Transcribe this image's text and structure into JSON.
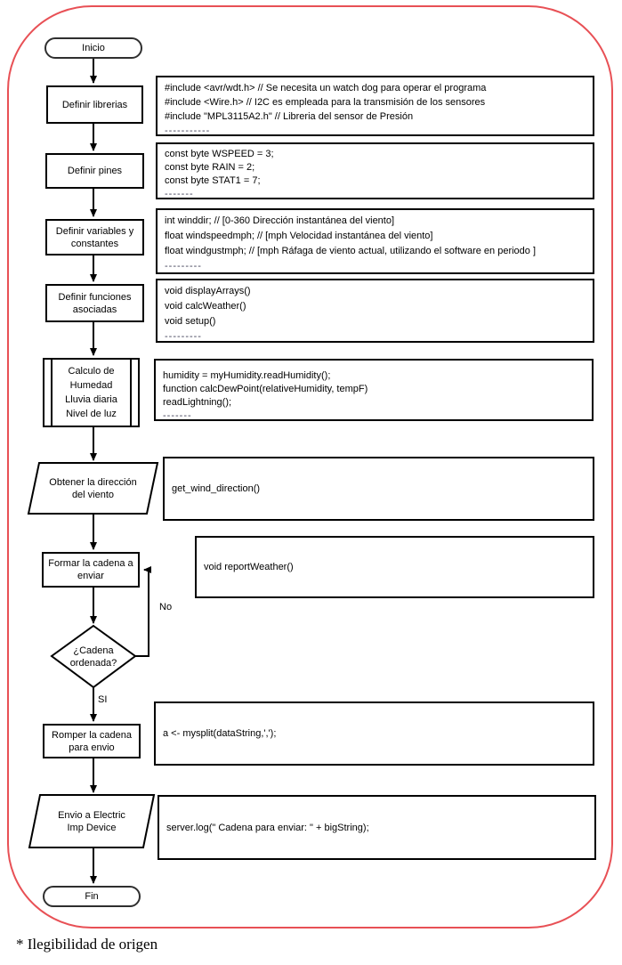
{
  "page": {
    "caption": "* Ilegibilidad de origen"
  },
  "colors": {
    "frame_red": "#e85055",
    "shape_stroke": "#000000"
  },
  "flow": {
    "start_label": "Inicio",
    "end_label": "Fin",
    "step_librerias": "Definir librerias",
    "step_pines": "Definir pines",
    "step_variables": "Definir variables y\nconstantes",
    "step_funciones": "Definir funciones\nasociadas",
    "step_calculo": "Calculo de\nHumedad\nLluvia diaria\nNivel de luz",
    "step_obtener": "Obtener la dirección\ndel viento",
    "step_formar": "Formar la cadena a\nenviar",
    "decision_label": "¿Cadena\nordenada?",
    "label_no": "No",
    "label_si": "SI",
    "step_romper": "Romper la cadena\npara envio",
    "step_envio": "Envio a Electric\nImp Device"
  },
  "code": {
    "librerias": [
      "#include <avr/wdt.h> // Se necesita un watch dog  para operar el programa",
      "#include <Wire.h> // I2C es empleada para la transmisión de los sensores",
      "#include \"MPL3115A2.h\" // Libreria del sensor de Presión",
      "-----------"
    ],
    "pines": [
      "const byte WSPEED = 3;",
      "const byte RAIN = 2;",
      "const byte STAT1 = 7;",
      "-------"
    ],
    "variables": [
      "int winddir; // [0-360 Dirección  instantánea del viento]",
      "float windspeedmph; // [mph Velocidad instantánea del viento]",
      "float windgustmph; // [mph Ráfaga de viento actual, utilizando el software en periodo ]",
      "---------"
    ],
    "funciones": [
      "void displayArrays()",
      "void calcWeather()",
      "void setup()",
      "---------"
    ],
    "calculo": [
      "humidity = myHumidity.readHumidity();",
      "function calcDewPoint(relativeHumidity, tempF)",
      "readLightning();",
      "-------"
    ],
    "viento": "get_wind_direction()",
    "reportar": "void reportWeather()",
    "romper": "a <- mysplit(dataString,',');",
    "enviar": "server.log(\" Cadena para enviar: \" + bigString);"
  }
}
